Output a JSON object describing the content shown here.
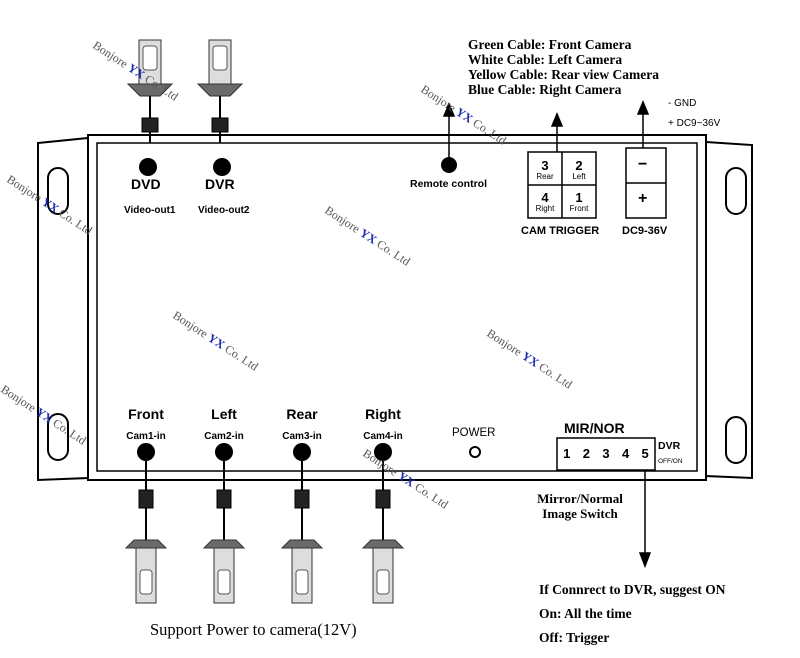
{
  "notes_top": {
    "green": "Green Cable: Front Camera",
    "white": "White Cable: Left Camera",
    "yellow": "Yellow Cable: Rear view Camera",
    "blue": "Blue Cable: Right Camera"
  },
  "power_terminal": {
    "gnd": "- GND",
    "dc_top": "+ DC9~36V",
    "minus": "−",
    "plus": "+",
    "label": "DC9-36V"
  },
  "outputs": [
    {
      "name": "DVD",
      "port": "Video-out1"
    },
    {
      "name": "DVR",
      "port": "Video-out2"
    }
  ],
  "remote": "Remote control",
  "cam_trigger": {
    "label": "CAM TRIGGER",
    "cells": [
      {
        "num": "3",
        "sub": "Rear"
      },
      {
        "num": "2",
        "sub": "Left"
      },
      {
        "num": "4",
        "sub": "Right"
      },
      {
        "num": "1",
        "sub": "Front"
      }
    ]
  },
  "inputs": [
    {
      "name": "Front",
      "port": "Cam1-in"
    },
    {
      "name": "Left",
      "port": "Cam2-in"
    },
    {
      "name": "Rear",
      "port": "Cam3-in"
    },
    {
      "name": "Right",
      "port": "Cam4-in"
    }
  ],
  "power_led": "POWER",
  "dip": {
    "title": "MIR/NOR",
    "switches": [
      "1",
      "2",
      "3",
      "4",
      "5"
    ],
    "dvr": "DVR",
    "offon": "OFF/ON"
  },
  "mirror_note": {
    "line1": "Mirror/Normal",
    "line2": "Image Switch"
  },
  "dvr_note": {
    "line1": "If Connrect to DVR, suggest ON",
    "line2": "On: All the time",
    "line3": "Off: Trigger"
  },
  "support_power": "Support Power to camera(12V)",
  "watermark": {
    "pre": "Bonjore ",
    "yx": "YX",
    "post": " Co. Ltd"
  }
}
